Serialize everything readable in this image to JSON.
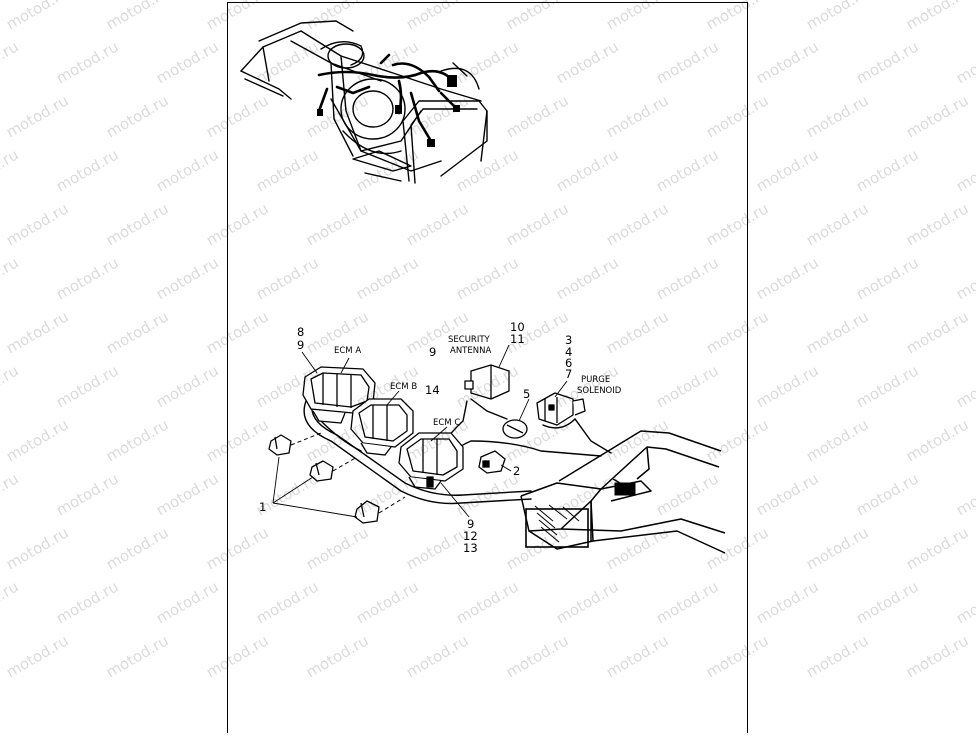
{
  "watermark": "motod.ru",
  "labels": {
    "ecm_a": "ECM A",
    "ecm_b": "ECM B",
    "ecm_c": "ECM C",
    "security_line1": "SECURITY",
    "security_line2": "ANTENNA",
    "purge_line1": "PURGE",
    "purge_line2": "SOLENOID"
  },
  "callouts": {
    "ecm_a_nums": [
      "8",
      "9"
    ],
    "ecm_b_nums": [
      "9",
      "14"
    ],
    "antenna_nums": [
      "10",
      "11"
    ],
    "purge_nums": [
      "3",
      "4",
      "6",
      "7"
    ],
    "part_5": "5",
    "part_2": "2",
    "part_1": "1",
    "ecm_c_nums": [
      "9",
      "12",
      "13"
    ]
  }
}
